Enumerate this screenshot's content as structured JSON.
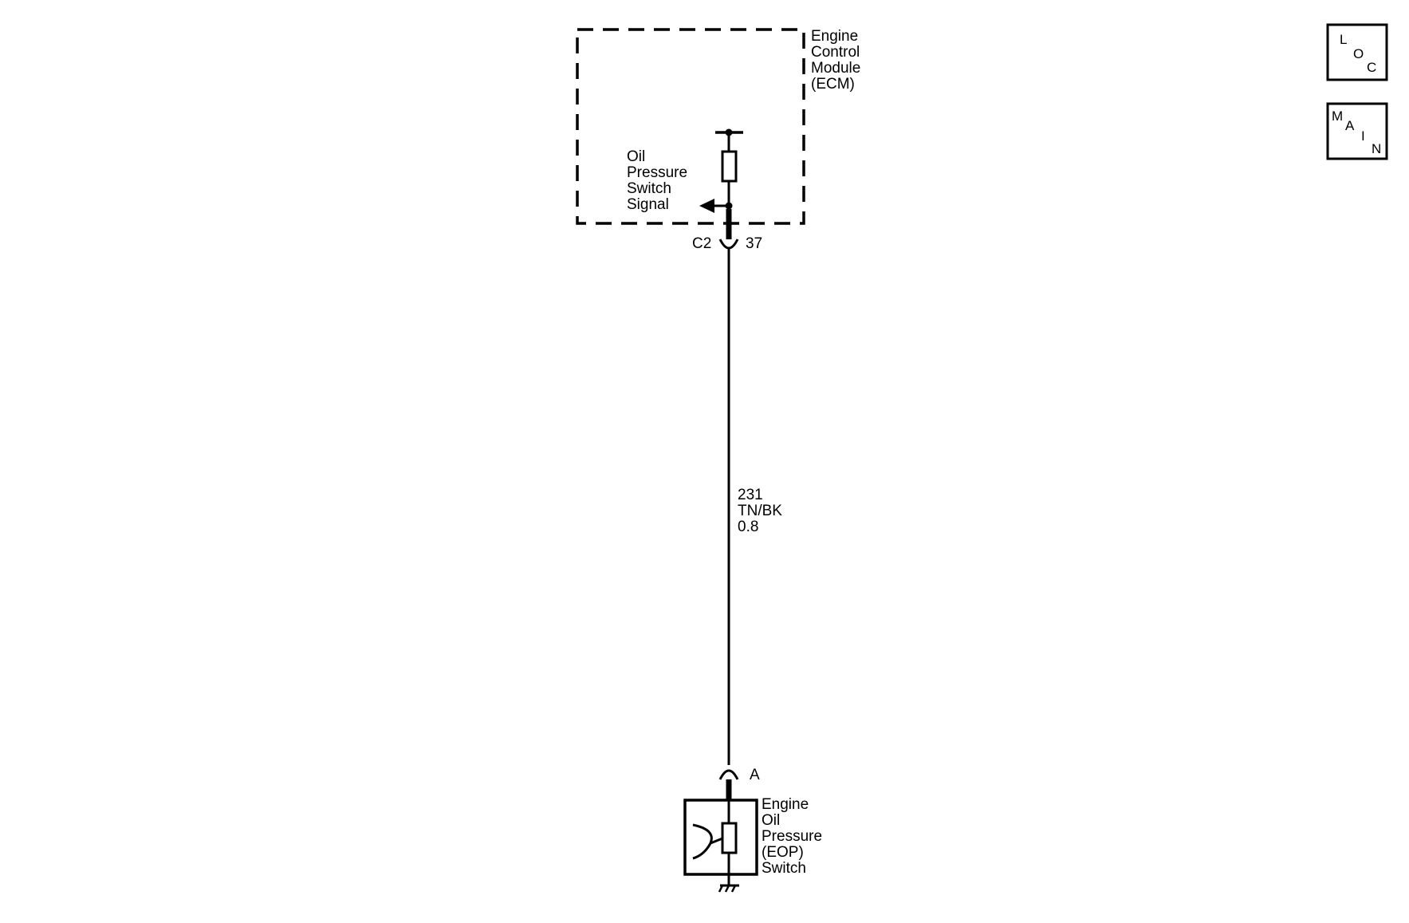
{
  "ecm": {
    "label_lines": [
      "Engine",
      "Control",
      "Module",
      "(ECM)"
    ],
    "signal_lines": [
      "Oil",
      "Pressure",
      "Switch",
      "Signal"
    ]
  },
  "ecm_connector": {
    "name": "C2",
    "pin": "37"
  },
  "wire": {
    "circuit": "231",
    "color": "TN/BK",
    "size": "0.8"
  },
  "switch_connector": {
    "pin": "A"
  },
  "eop_switch": {
    "label_lines": [
      "Engine",
      "Oil",
      "Pressure",
      "(EOP)",
      "Switch"
    ]
  },
  "nav": {
    "loc": [
      "L",
      "O",
      "C"
    ],
    "main": [
      "M",
      "A",
      "I",
      "N"
    ]
  }
}
